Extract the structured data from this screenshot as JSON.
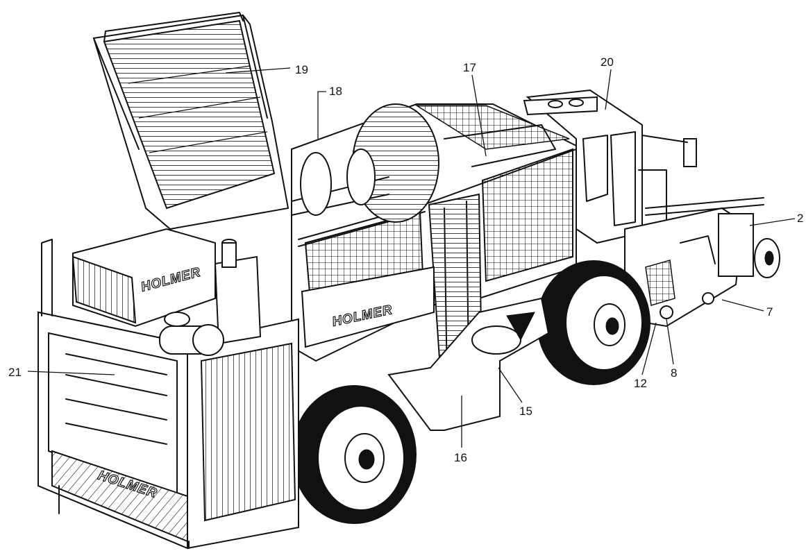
{
  "brand": "HOLMER",
  "callouts": [
    {
      "id": "c19",
      "label": "19"
    },
    {
      "id": "c18",
      "label": "18"
    },
    {
      "id": "c17",
      "label": "17"
    },
    {
      "id": "c20",
      "label": "20"
    },
    {
      "id": "c2",
      "label": "2"
    },
    {
      "id": "c7",
      "label": "7"
    },
    {
      "id": "c8",
      "label": "8"
    },
    {
      "id": "c12",
      "label": "12"
    },
    {
      "id": "c15",
      "label": "15"
    },
    {
      "id": "c16",
      "label": "16"
    },
    {
      "id": "c21",
      "label": "21"
    }
  ],
  "colors": {
    "ink": "#111111",
    "paper": "#ffffff"
  }
}
